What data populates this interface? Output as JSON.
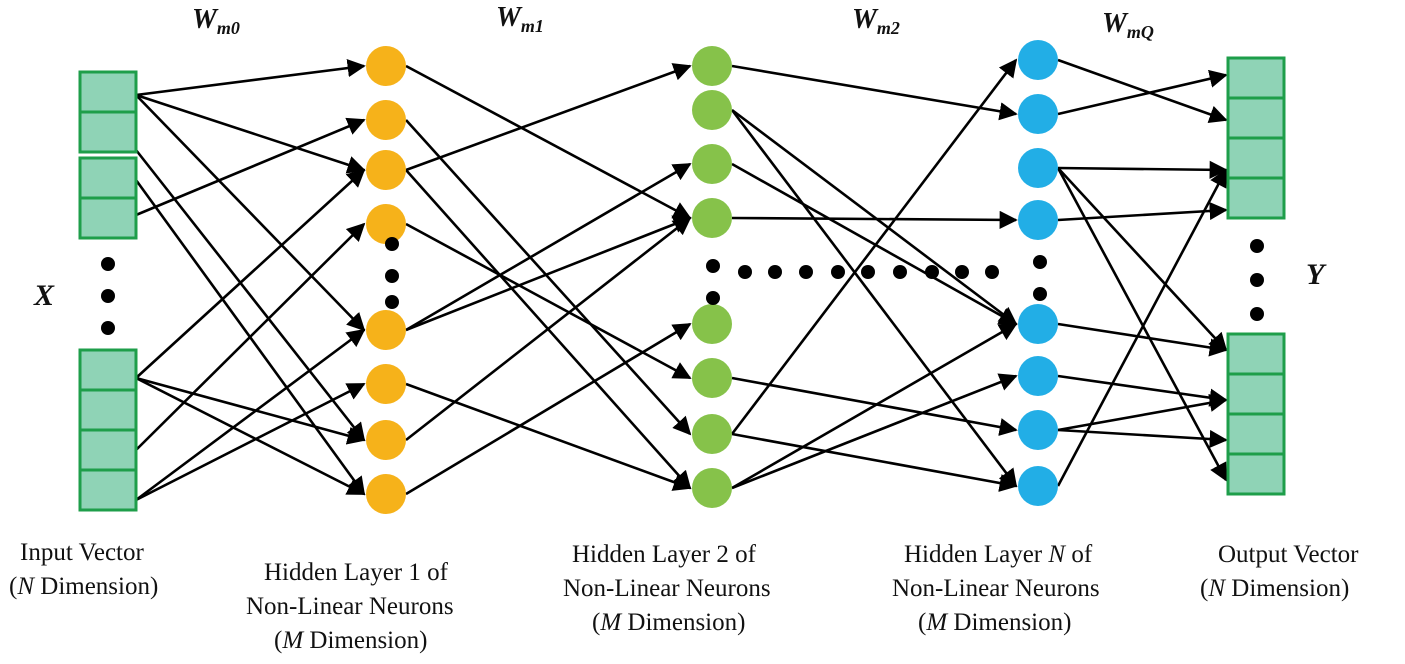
{
  "weights": [
    {
      "base": "W",
      "sub": "m0"
    },
    {
      "base": "W",
      "sub": "m1"
    },
    {
      "base": "W",
      "sub": "m2"
    },
    {
      "base": "W",
      "sub": "mQ"
    }
  ],
  "input_symbol": "X",
  "output_symbol": "Y",
  "captions": {
    "input": {
      "line1": "Input Vector",
      "line2_italic": "N",
      "line2_rest": " Dimension)",
      "line2_open": "("
    },
    "hidden1": {
      "line1": "Hidden Layer 1 of",
      "line2": "Non-Linear Neurons",
      "line3_open": "(",
      "line3_italic": "M",
      "line3_rest": " Dimension)"
    },
    "hidden2": {
      "line1": "Hidden Layer 2 of",
      "line2": "Non-Linear Neurons",
      "line3_open": "(",
      "line3_italic": "M",
      "line3_rest": " Dimension)"
    },
    "hiddenN": {
      "line1_pre": "Hidden Layer ",
      "line1_italic": "N",
      "line1_post": " of",
      "line2": "Non-Linear Neurons",
      "line3_open": "(",
      "line3_italic": "M",
      "line3_rest": " Dimension)"
    },
    "output": {
      "line1": "Output Vector",
      "line2_open": "(",
      "line2_italic": "N",
      "line2_rest": " Dimension)"
    }
  },
  "colors": {
    "vector_fill": "#8fd3b6",
    "vector_stroke": "#1e9e4a",
    "hidden1_neuron": "#f6b21a",
    "hidden2_neuron": "#86c24a",
    "hiddenN_neuron": "#22aee6",
    "edge": "#000000"
  },
  "icons": {
    "arrowhead": "arrowhead-icon",
    "ellipsis": "vertical-ellipsis-icon"
  }
}
